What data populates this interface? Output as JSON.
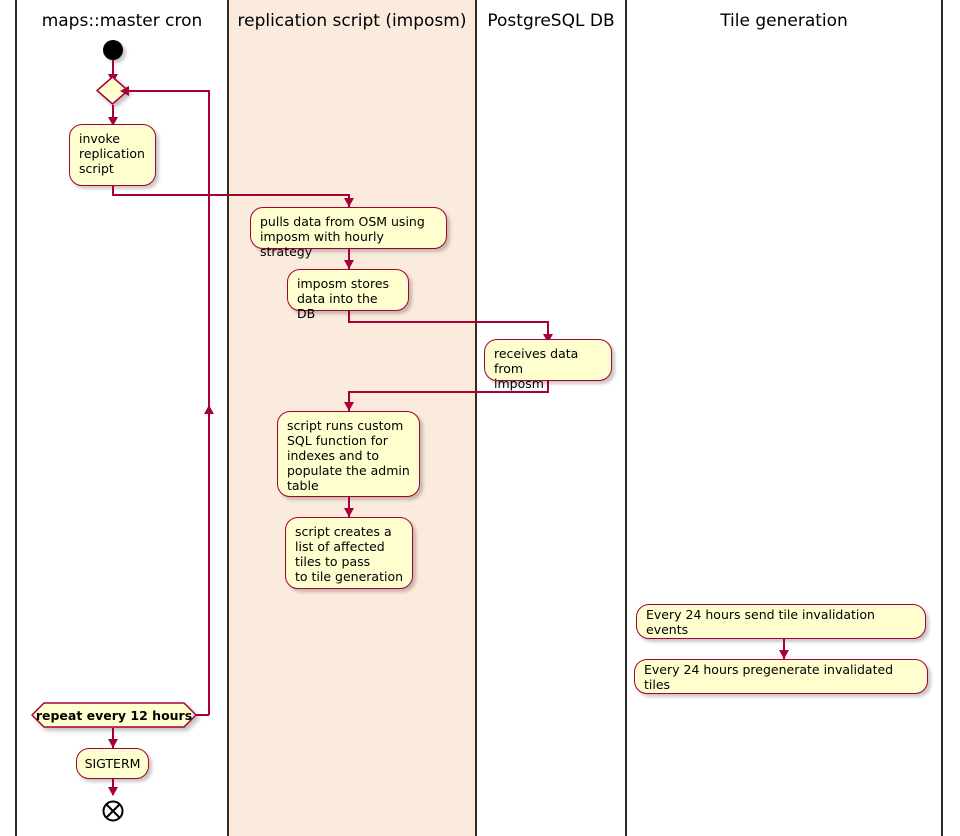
{
  "diagram": {
    "type": "uml-activity-swimlane",
    "accent_color": "#A80036",
    "node_fill": "#FEFECE",
    "shaded_lane_color": "#FAEBDC",
    "lane_divider_color": "#2B2B2B"
  },
  "lanes": [
    {
      "id": "cron",
      "title": "maps::master cron",
      "shaded": false
    },
    {
      "id": "replication",
      "title": "replication script (imposm)",
      "shaded": true
    },
    {
      "id": "postgres",
      "title": "PostgreSQL DB",
      "shaded": false
    },
    {
      "id": "tiles",
      "title": "Tile generation",
      "shaded": false
    }
  ],
  "nodes": {
    "start": {
      "name": "start-node",
      "lane": "cron"
    },
    "repeat_diamond": {
      "name": "repeat-diamond",
      "lane": "cron"
    },
    "invoke": {
      "label": "invoke\nreplication\nscript",
      "lane": "cron"
    },
    "pulls": {
      "label": "pulls data from OSM using\nimposm with hourly strategy",
      "lane": "replication"
    },
    "stores": {
      "label": "imposm stores\ndata into the DB",
      "lane": "replication"
    },
    "receives": {
      "label": "receives data from\nimposm",
      "lane": "postgres"
    },
    "sql": {
      "label": "script runs custom\nSQL function for\nindexes and to\npopulate the admin\ntable",
      "lane": "replication"
    },
    "tilelist": {
      "label": "script creates a\nlist of affected\ntiles to pass\nto tile generation",
      "lane": "replication"
    },
    "invalidation": {
      "label": "Every 24 hours send tile invalidation events",
      "lane": "tiles"
    },
    "pregenerate": {
      "label": "Every 24 hours pregenerate invalidated tiles",
      "lane": "tiles"
    },
    "repeat_label": {
      "label": "repeat every 12 hours",
      "lane": "cron"
    },
    "sigterm": {
      "label": "SIGTERM",
      "lane": "cron"
    },
    "end": {
      "name": "end-node",
      "lane": "cron"
    }
  }
}
